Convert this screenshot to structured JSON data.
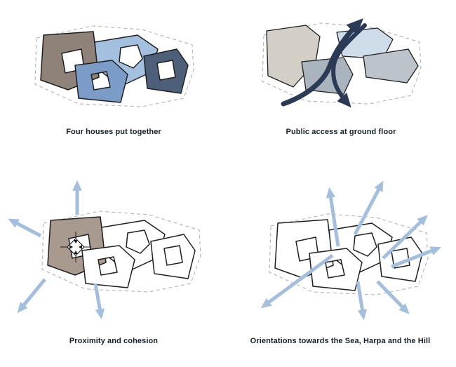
{
  "colors": {
    "background": "#ffffff",
    "outline": "#1f1f1f",
    "hull": "#b3b3b3",
    "caption_text": "#13202c",
    "flow_arrow": "#2b3b55",
    "orientation_arrow": "#a4bedd",
    "house_white": "#ffffff",
    "crosshair": "#1f1f1f"
  },
  "panels": [
    {
      "id": "four-houses",
      "caption": "Four houses put together",
      "house_colors": [
        "#8f8278",
        "#a3c0de",
        "#7b9cc7",
        "#4e5f7a"
      ]
    },
    {
      "id": "public-access",
      "caption": "Public access at ground floor",
      "house_colors": [
        "#d4cfc6",
        "#cfdcea",
        "#bdc3ca",
        "#aab4bf"
      ],
      "flow_arrows": [
        "up-through-site",
        "down-through-site"
      ]
    },
    {
      "id": "proximity",
      "caption": "Proximity and cohesion",
      "highlight_color": "#a89a8e",
      "arrows": [
        "up",
        "upper-left",
        "lower-left",
        "down"
      ]
    },
    {
      "id": "orientations",
      "caption": "Orientations towards the Sea, Harpa and the Hill",
      "arrows": [
        "up",
        "up-right",
        "north-east",
        "east",
        "south-east",
        "down",
        "south-west"
      ]
    }
  ]
}
